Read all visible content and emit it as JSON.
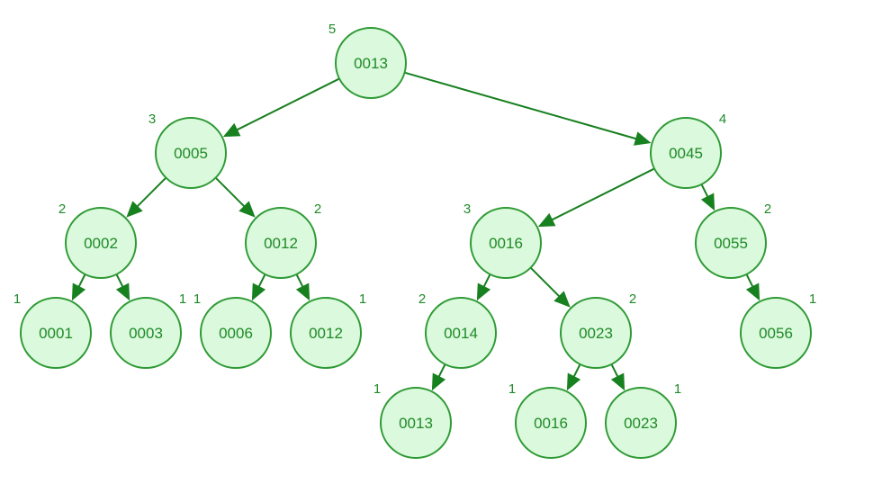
{
  "nodes": [
    {
      "id": "n0",
      "label": "0013",
      "height": "5"
    },
    {
      "id": "n1",
      "label": "0005",
      "height": "3"
    },
    {
      "id": "n2",
      "label": "0045",
      "height": "4"
    },
    {
      "id": "n3",
      "label": "0002",
      "height": "2"
    },
    {
      "id": "n4",
      "label": "0012",
      "height": "2"
    },
    {
      "id": "n5",
      "label": "0016",
      "height": "3"
    },
    {
      "id": "n6",
      "label": "0055",
      "height": "2"
    },
    {
      "id": "n7",
      "label": "0001",
      "height": "1"
    },
    {
      "id": "n8",
      "label": "0003",
      "height": "1"
    },
    {
      "id": "n9",
      "label": "0006",
      "height": "1"
    },
    {
      "id": "n10",
      "label": "0012",
      "height": "1"
    },
    {
      "id": "n11",
      "label": "0014",
      "height": "2"
    },
    {
      "id": "n12",
      "label": "0023",
      "height": "2"
    },
    {
      "id": "n13",
      "label": "0056",
      "height": "1"
    },
    {
      "id": "n14",
      "label": "0013",
      "height": "1"
    },
    {
      "id": "n15",
      "label": "0016",
      "height": "1"
    },
    {
      "id": "n16",
      "label": "0023",
      "height": "1"
    }
  ],
  "edges": [
    [
      "n0",
      "n1"
    ],
    [
      "n0",
      "n2"
    ],
    [
      "n1",
      "n3"
    ],
    [
      "n1",
      "n4"
    ],
    [
      "n2",
      "n5"
    ],
    [
      "n2",
      "n6"
    ],
    [
      "n3",
      "n7"
    ],
    [
      "n3",
      "n8"
    ],
    [
      "n4",
      "n9"
    ],
    [
      "n4",
      "n10"
    ],
    [
      "n5",
      "n11"
    ],
    [
      "n5",
      "n12"
    ],
    [
      "n6",
      "n13"
    ],
    [
      "n11",
      "n14"
    ],
    [
      "n12",
      "n15"
    ],
    [
      "n12",
      "n16"
    ]
  ],
  "colors": {
    "node_fill": "#dbf9dc",
    "node_stroke": "#2e9a35",
    "text": "#1f8a28",
    "edge": "#17801f"
  }
}
